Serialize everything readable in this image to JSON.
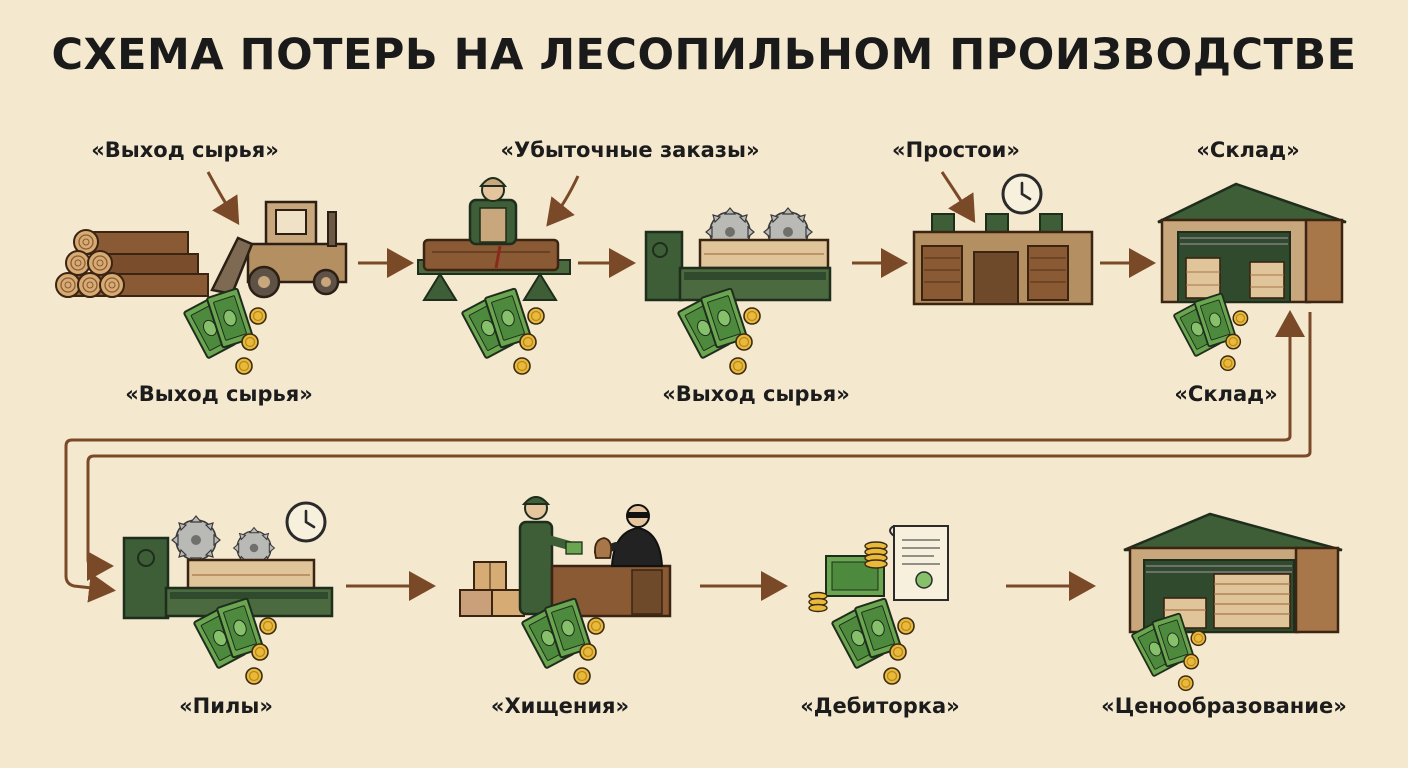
{
  "title": "СХЕМА ПОТЕРЬ НА ЛЕСОПИЛЬНОМ ПРОИЗВОДСТВЕ",
  "top_labels": [
    "«Выход сырья»",
    "«Убыточные заказы»",
    "«Простои»",
    "«Склад»"
  ],
  "bottom_labels_row1": [
    "«Выход сырья»",
    "«Выход сырья»",
    "«Склад»"
  ],
  "bottom_labels_row2": [
    "«Пилы»",
    "«Хищения»",
    "«Дебиторка»",
    "«Ценообразование»"
  ],
  "colors": {
    "background": "#f4e8cf",
    "green_dark": "#2f4a2c",
    "green_machine": "#3d5e36",
    "wood": "#a7774a",
    "wood_light": "#e0c49a",
    "arrow": "#7a4a28",
    "money": "#5f9f4a",
    "coin": "#e8b93a"
  },
  "icons": [
    "log-pile-icon",
    "bulldozer-icon",
    "worker-icon",
    "saw-machine-icon",
    "factory-icon",
    "clock-icon",
    "warehouse-icon",
    "boxes-icon",
    "thief-icon",
    "documents-icon",
    "money-icon",
    "coin-icon"
  ]
}
